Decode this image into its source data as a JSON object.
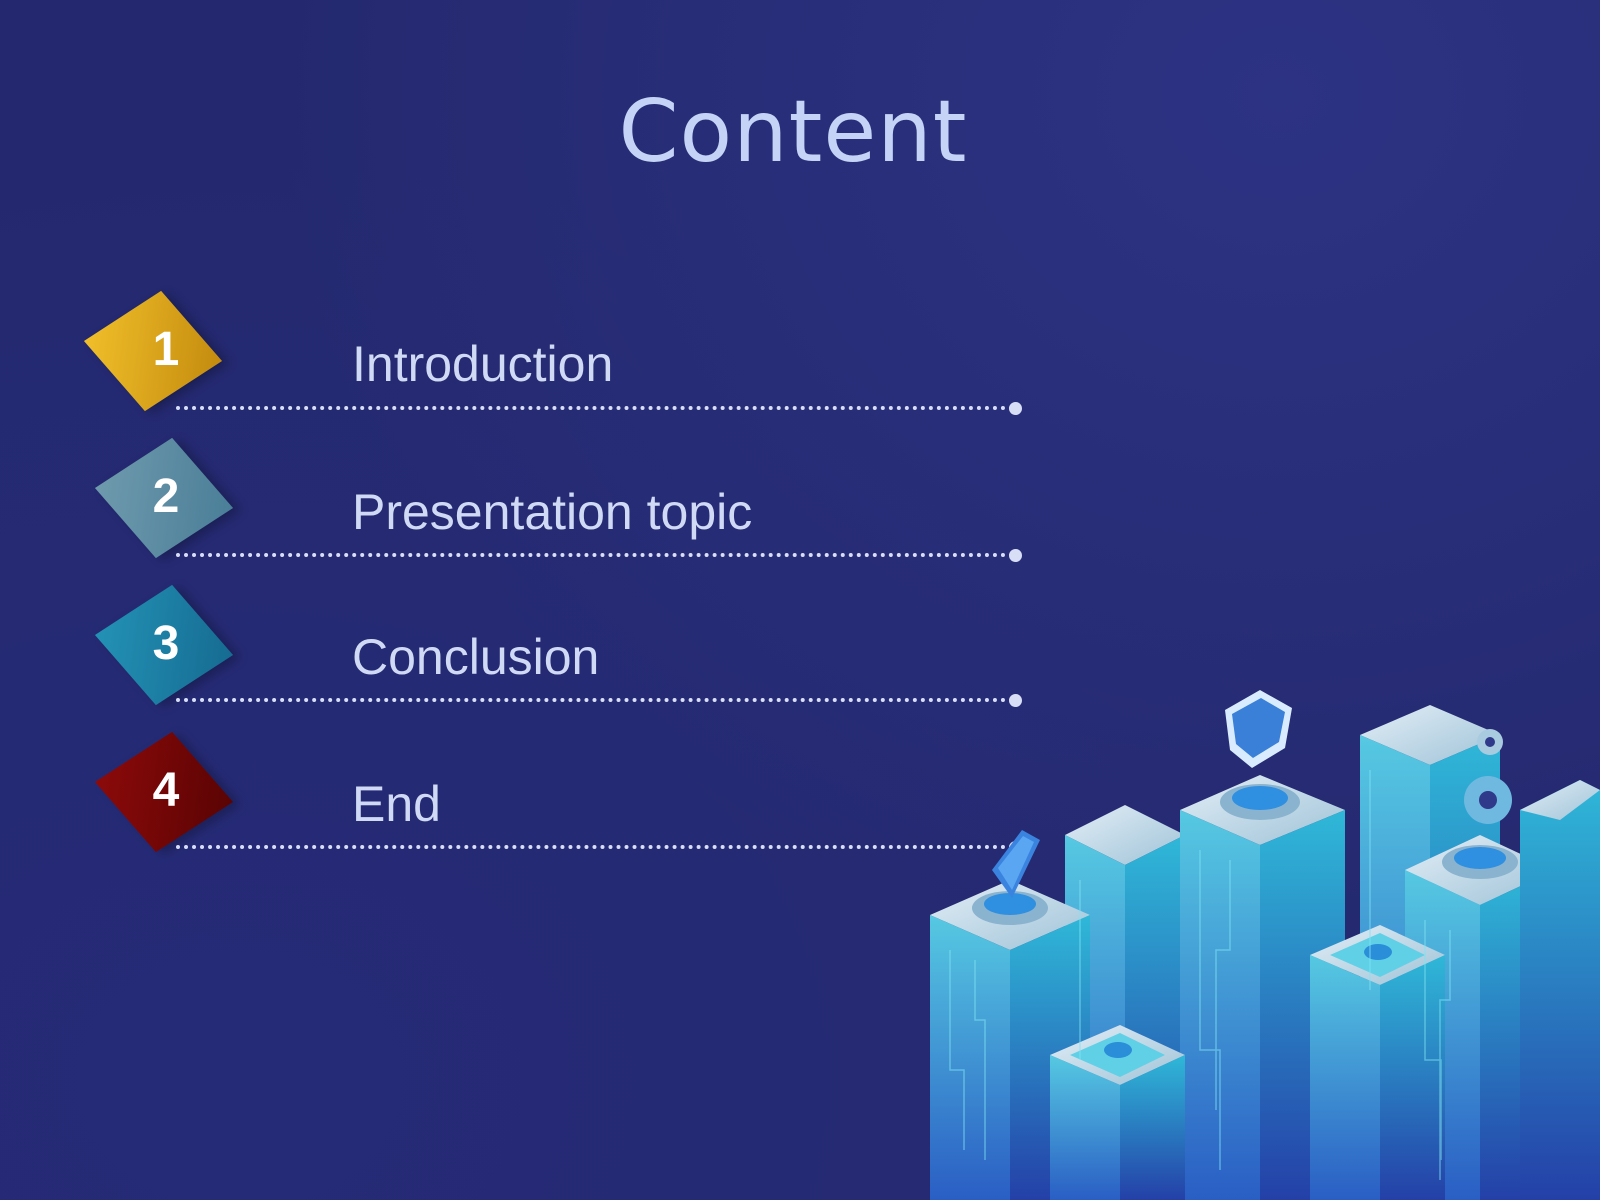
{
  "slide": {
    "title": "Content",
    "items": [
      {
        "number": "1",
        "label": "Introduction",
        "color": "#d9a316"
      },
      {
        "number": "2",
        "label": "Presentation topic",
        "color": "#5a8aa0"
      },
      {
        "number": "3",
        "label": "Conclusion",
        "color": "#1b7fa6"
      },
      {
        "number": "4",
        "label": "End",
        "color": "#7a0606"
      }
    ],
    "background_color": "#24296f",
    "accent_color": "#3fc8de",
    "illustration": "isometric-city-icon"
  }
}
